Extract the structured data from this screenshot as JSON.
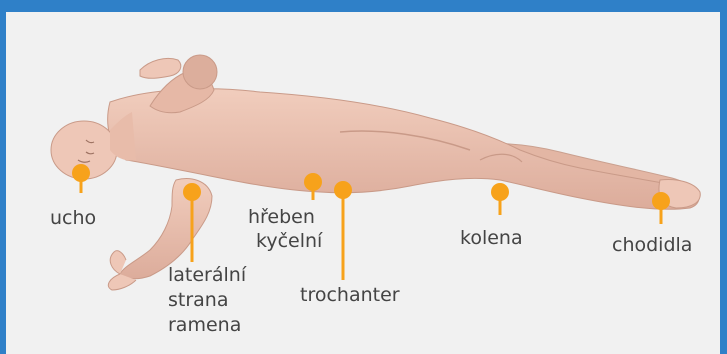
{
  "labels": {
    "ear": "ucho",
    "iliac_crest_line1": "hřeben",
    "iliac_crest_line2": "kyčelní",
    "shoulder_line1": "laterální",
    "shoulder_line2": "strana",
    "shoulder_line3": "ramena",
    "trochanter": "trochanter",
    "knees": "kolena",
    "feet": "chodidla"
  },
  "colors": {
    "frame": "#2f80c8",
    "background": "#f1f1f1",
    "marker": "#f7a21b",
    "skin": "#ecc4b4",
    "skin_shadow": "#d9a796",
    "text": "#444444"
  }
}
